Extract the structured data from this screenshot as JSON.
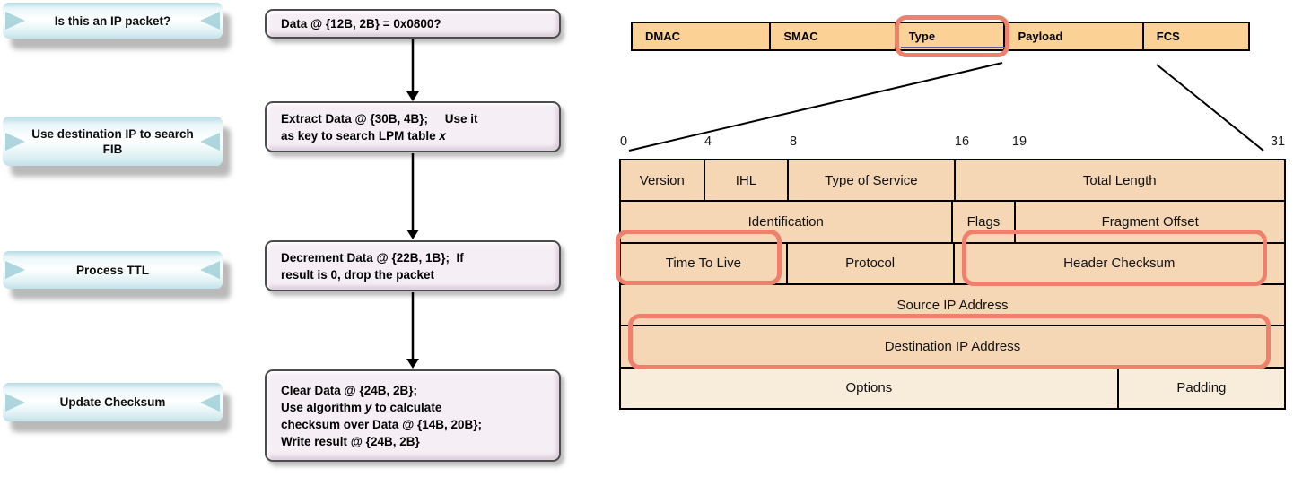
{
  "flowchart": {
    "steps": [
      {
        "label": "Is this an IP packet?",
        "action_segments": [
          {
            "t": "Data @ {12B, 2B} = 0x0800?"
          }
        ]
      },
      {
        "label": "Use destination IP to search FIB",
        "action_segments": [
          {
            "t": "Extract Data @ {30B, 4B};     Use it"
          },
          {
            "br": true
          },
          {
            "t": "as key to search LPM table "
          },
          {
            "t": "x",
            "i": true
          }
        ]
      },
      {
        "label": "Process TTL",
        "action_segments": [
          {
            "t": "Decrement Data @ {22B, 1B};  If"
          },
          {
            "br": true
          },
          {
            "t": "result is 0, drop the packet"
          }
        ]
      },
      {
        "label": "Update Checksum",
        "action_segments": [
          {
            "t": "Clear Data @ {24B, 2B};"
          },
          {
            "br": true
          },
          {
            "t": "Use algorithm "
          },
          {
            "t": "y",
            "i": true
          },
          {
            "t": " to calculate"
          },
          {
            "br": true
          },
          {
            "t": "checksum over Data @ {14B, 20B};"
          },
          {
            "br": true
          },
          {
            "t": "Write result @ {24B, 2B}"
          }
        ]
      }
    ]
  },
  "ethernet_frame": {
    "fields": [
      {
        "label": "DMAC"
      },
      {
        "label": "SMAC"
      },
      {
        "label": "Type",
        "highlighted": true
      },
      {
        "label": "Payload"
      },
      {
        "label": "FCS"
      }
    ]
  },
  "ip_header": {
    "bit_labels": [
      "0",
      "4",
      "8",
      "16",
      "19",
      "31"
    ],
    "rows": [
      {
        "cells": [
          {
            "label": "Version",
            "bits": 4
          },
          {
            "label": "IHL",
            "bits": 4
          },
          {
            "label": "Type of Service",
            "bits": 8
          },
          {
            "label": "Total Length",
            "bits": 16
          }
        ]
      },
      {
        "cells": [
          {
            "label": "Identification",
            "bits": 16
          },
          {
            "label": "Flags",
            "bits": 3
          },
          {
            "label": "Fragment Offset",
            "bits": 13
          }
        ]
      },
      {
        "cells": [
          {
            "label": "Time To Live",
            "bits": 8,
            "highlighted": true
          },
          {
            "label": "Protocol",
            "bits": 8
          },
          {
            "label": "Header Checksum",
            "bits": 16,
            "highlighted": true
          }
        ]
      },
      {
        "cells": [
          {
            "label": "Source IP Address",
            "bits": 32
          }
        ]
      },
      {
        "cells": [
          {
            "label": "Destination IP Address",
            "bits": 32,
            "highlighted": true
          }
        ]
      },
      {
        "cells": [
          {
            "label": "Options",
            "bits": 24
          },
          {
            "label": "Padding",
            "bits": 8
          }
        ]
      }
    ]
  },
  "colors": {
    "highlight_outline": "#f0806e",
    "ethernet_fill": "#fbd195",
    "ip_table_fill": "#f5d7b6",
    "options_row_fill": "#f8ecda",
    "ribbon_blue": "#cde8ee",
    "flow_box_fill": "#f6eef5"
  }
}
